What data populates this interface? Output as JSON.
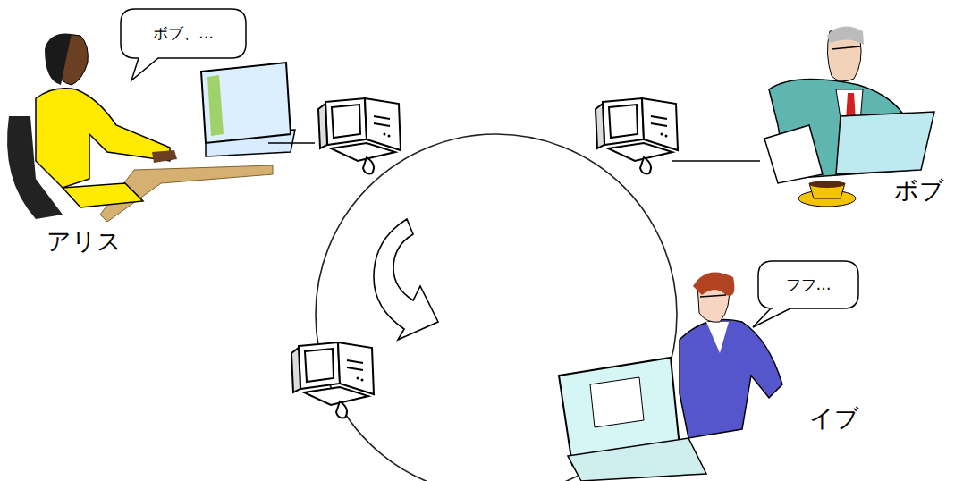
{
  "diagram": {
    "nodes": [
      {
        "text": [
          "ボブ、…"
        ]
      },
      {
        "text": [
          "フフ…"
        ]
      }
    ],
    "labels": [
      "アリス",
      "ボブ",
      "イブ"
    ]
  }
}
